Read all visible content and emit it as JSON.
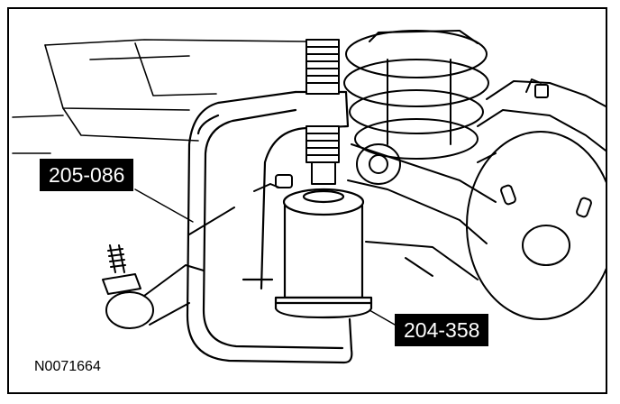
{
  "callouts": {
    "tool_1": "205-086",
    "tool_2": "204-358"
  },
  "figure_id": "N0071664",
  "colors": {
    "line": "#000000",
    "background": "#ffffff",
    "callout_fill": "#000000",
    "callout_text": "#ffffff"
  }
}
